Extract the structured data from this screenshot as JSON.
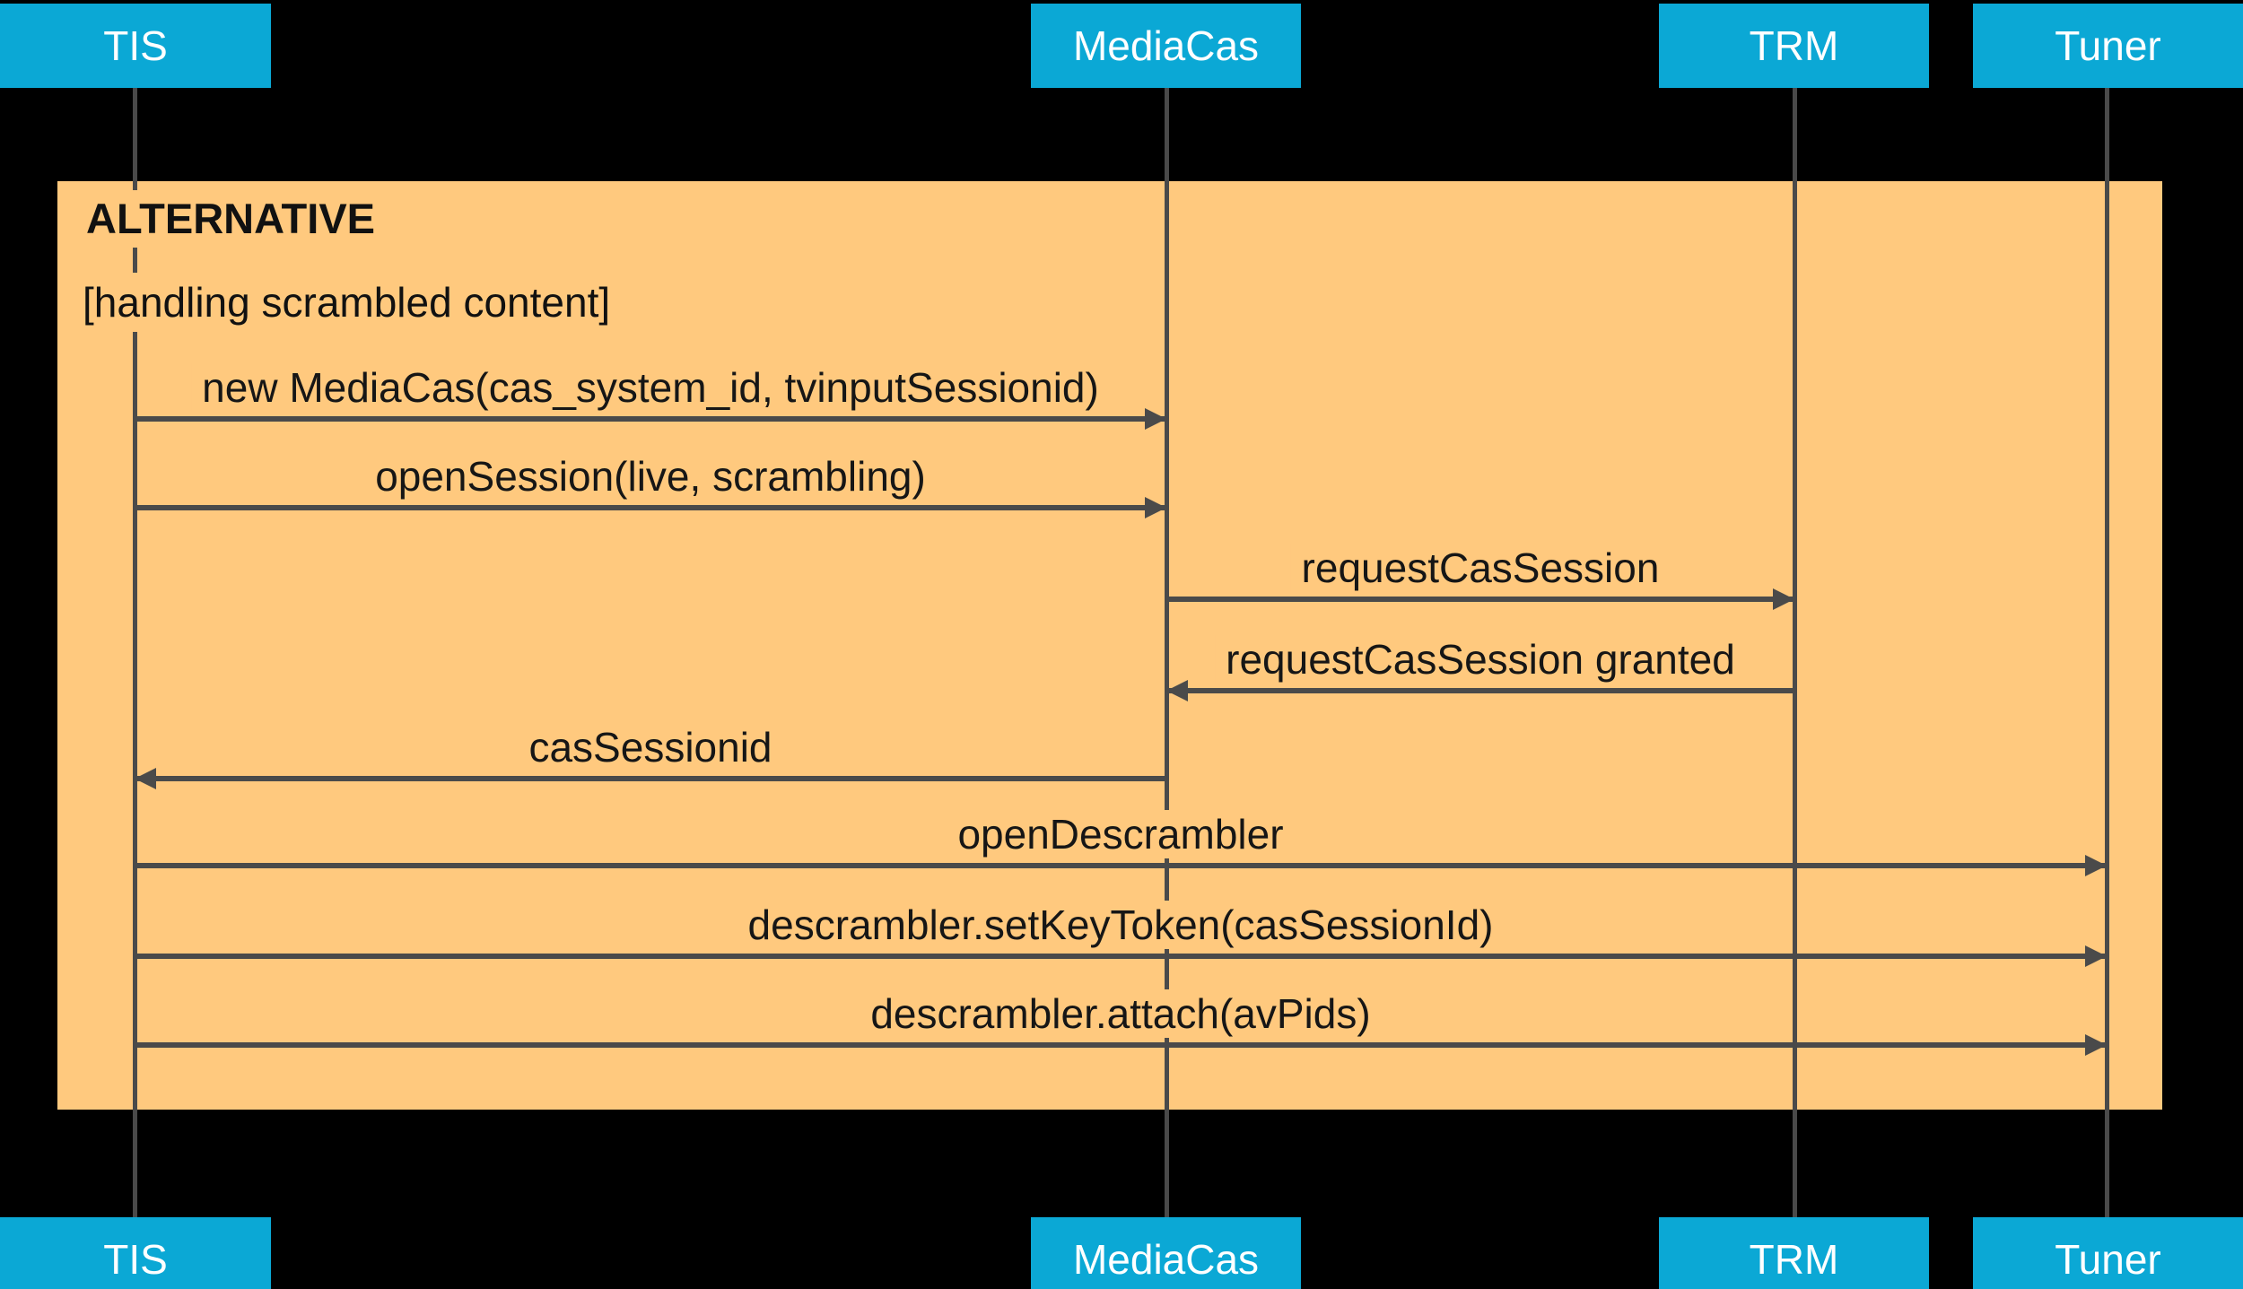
{
  "diagram": {
    "type": "sequence-diagram",
    "alt_block": {
      "title": "ALTERNATIVE",
      "condition": "[handling scrambled content]"
    },
    "participants": [
      {
        "name": "TIS"
      },
      {
        "name": "MediaCas"
      },
      {
        "name": "TRM"
      },
      {
        "name": "Tuner"
      }
    ],
    "messages": [
      {
        "label": "new MediaCas(cas_system_id, tvinputSessionid)",
        "from": "TIS",
        "to": "MediaCas"
      },
      {
        "label": "openSession(live, scrambling)",
        "from": "TIS",
        "to": "MediaCas"
      },
      {
        "label": "requestCasSession",
        "from": "MediaCas",
        "to": "TRM"
      },
      {
        "label": "requestCasSession granted",
        "from": "TRM",
        "to": "MediaCas"
      },
      {
        "label": "casSessionid",
        "from": "MediaCas",
        "to": "TIS"
      },
      {
        "label": "openDescrambler",
        "from": "TIS",
        "to": "Tuner"
      },
      {
        "label": "descrambler.setKeyToken(casSessionId)",
        "from": "TIS",
        "to": "Tuner"
      },
      {
        "label": "descrambler.attach(avPids)",
        "from": "TIS",
        "to": "Tuner"
      }
    ],
    "colors": {
      "background": "#000000",
      "participant_bg": "#0BA8D5",
      "participant_text": "#FFFFFF",
      "alt_frame_bg": "#FFC97E",
      "line": "#4A4A4A",
      "label_text": "#161616"
    }
  }
}
